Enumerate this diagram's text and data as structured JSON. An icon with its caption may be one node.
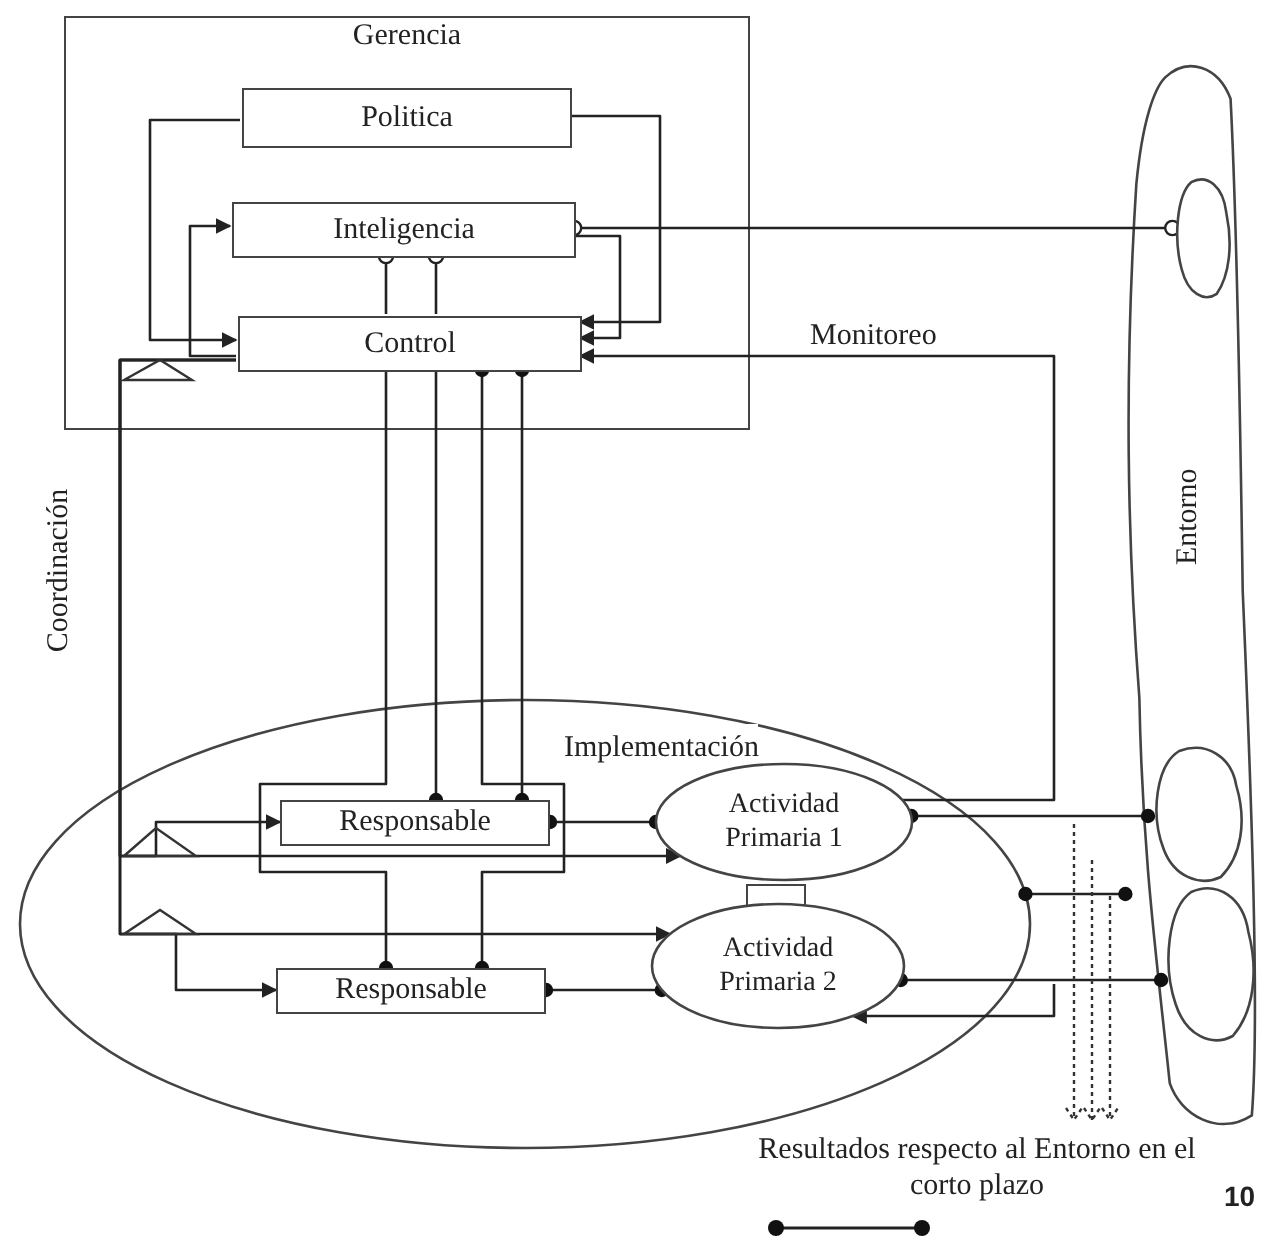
{
  "diagram": {
    "nodes": [
      {
        "text": [
          "Gerencia"
        ]
      },
      {
        "text": [
          "Politica"
        ],
        "in": 0
      },
      {
        "text": [
          "Inteligencia"
        ],
        "in": 0
      },
      {
        "text": [
          "Control"
        ],
        "in": 0
      },
      {
        "text": [
          "Entorno"
        ]
      },
      {
        "text": [],
        "shape": "cloud",
        "in": 4
      },
      {
        "text": [
          "Implementación"
        ]
      },
      {
        "text": [
          "Responsable"
        ],
        "in": 6
      },
      {
        "text": [
          "Actividad Primaria 1"
        ],
        "in": 6
      },
      {
        "text": [],
        "shape": "box",
        "in": 6
      },
      {
        "text": [
          "Responsable"
        ],
        "in": 6
      },
      {
        "text": [
          "Actividad Primaria 2"
        ],
        "in": 6
      },
      {
        "text": [],
        "shape": "cloud",
        "in": 4
      },
      {
        "text": [],
        "shape": "cloud",
        "in": 4
      }
    ],
    "edges": [
      {
        "from": 1,
        "to": 3,
        "arrow": "to"
      },
      {
        "from": 3,
        "to": 2,
        "arrow": "to"
      },
      {
        "from": 1,
        "to": 3,
        "arrow": "to"
      },
      {
        "from": 2,
        "to": 3,
        "arrow": "to"
      },
      {
        "from": 2,
        "to": 5,
        "arrow": "other"
      },
      {
        "from": 8,
        "to": 3,
        "arrow": "to"
      },
      {
        "from": null,
        "to": 11,
        "arrow": "to"
      },
      {
        "from": 2,
        "to": 3,
        "arrow": "other"
      },
      {
        "from": 2,
        "to": 3,
        "arrow": "other"
      },
      {
        "from": 3,
        "to": 10,
        "arrow": "other"
      },
      {
        "from": 3,
        "to": 7,
        "arrow": "other"
      },
      {
        "from": 7,
        "to": 8,
        "arrow": "other"
      },
      {
        "from": 10,
        "to": 11,
        "arrow": "other"
      },
      {
        "from": 8,
        "to": 12,
        "arrow": "other"
      },
      {
        "from": 6,
        "to": 4,
        "arrow": "other"
      },
      {
        "from": 11,
        "to": 13,
        "arrow": "other"
      },
      {
        "from": 3,
        "to": 7,
        "arrow": "to"
      },
      {
        "from": 3,
        "to": 8,
        "arrow": "to"
      },
      {
        "from": 3,
        "to": 11,
        "arrow": "to"
      },
      {
        "from": 3,
        "to": 10,
        "arrow": "to"
      },
      {
        "from": 3,
        "to": 10,
        "arrow": "other"
      },
      {
        "from": 3,
        "to": 7,
        "arrow": "other"
      }
    ],
    "labels": [
      "Monitoreo",
      "Coordinación",
      "Resultados respecto al Entorno en el corto plazo",
      "10"
    ]
  }
}
